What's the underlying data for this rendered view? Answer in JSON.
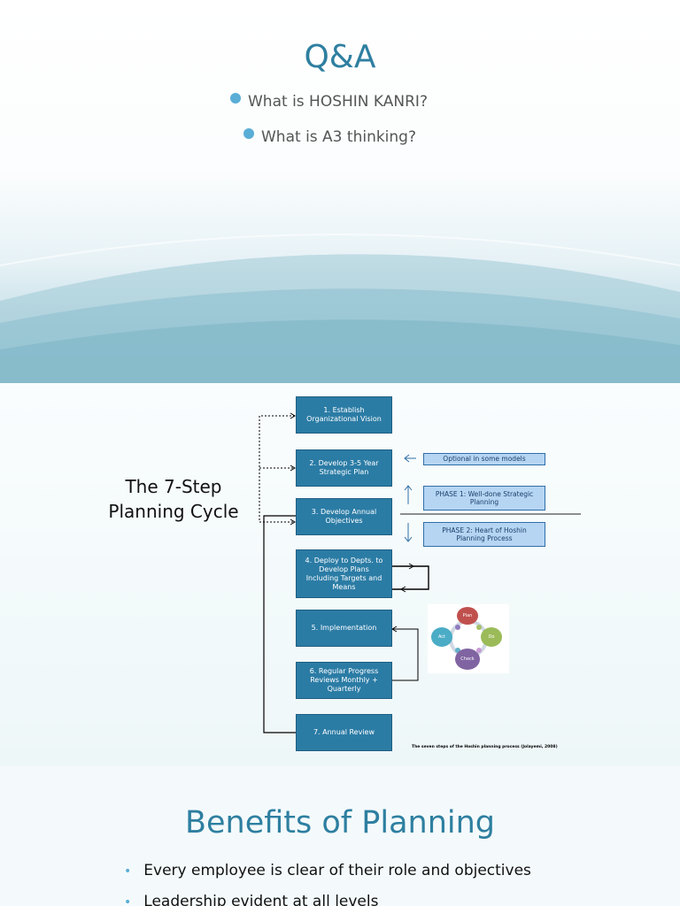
{
  "slide1": {
    "title": "Q&A",
    "bullets": [
      "What is HOSHIN KANRI?",
      "What is A3 thinking?"
    ]
  },
  "slide2": {
    "title": "The 7-Step Planning Cycle",
    "steps": [
      "1. Establish Organizational Vision",
      "2. Develop 3-5 Year Strategic Plan",
      "3. Develop Annual Objectives",
      "4. Deploy to Depts. to Develop Plans Including Targets and Means",
      "5. Implementation",
      "6. Regular Progress Reviews Monthly + Quarterly",
      "7. Annual Review"
    ],
    "notes": {
      "optional": "Optional in some models",
      "phase1": "PHASE 1: Well-done Strategic Planning",
      "phase2": "PHASE 2: Heart of Hoshin Planning Process"
    },
    "pdca": {
      "plan": "Plan",
      "do": "Do",
      "check": "Check",
      "act": "Act"
    },
    "caption": "The seven steps of the Hoshin planning process (Jolayemi, 2008)",
    "colors": {
      "step_fill": "#2b7ca5",
      "phase_fill": "#b6d5f3"
    }
  },
  "slide3": {
    "title": "Benefits of Planning",
    "bullets": [
      "Every employee is clear of their role and objectives",
      "Leadership evident at all levels"
    ]
  }
}
